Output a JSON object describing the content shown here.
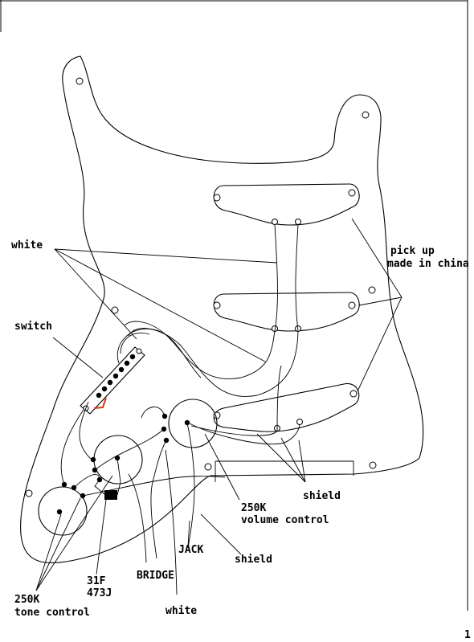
{
  "labels": {
    "white_top": "white",
    "pickup_line1": "pick up",
    "pickup_line2": "made in china",
    "switch": "switch",
    "shield_right": "shield",
    "volume_line1": "250K",
    "volume_line2": "volume control",
    "jack": "JACK",
    "shield_bottom": "shield",
    "bridge": "BRIDGE",
    "cap_line1": "31F",
    "cap_line2": "473J",
    "tone_line1": "250K",
    "tone_line2": "tone control",
    "white_bottom": "white",
    "corner_mark": "1"
  },
  "colors": {
    "line": "#000000",
    "switch_wire": "#d03a10"
  }
}
